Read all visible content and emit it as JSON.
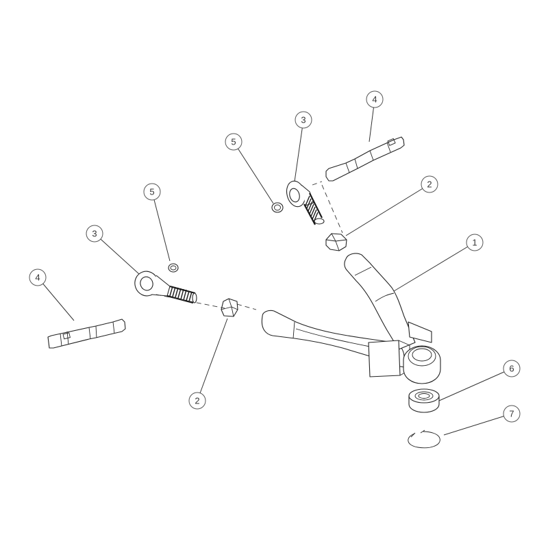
{
  "callouts": [
    {
      "id": "c1",
      "label": "1"
    },
    {
      "id": "c2a",
      "label": "2"
    },
    {
      "id": "c2b",
      "label": "2"
    },
    {
      "id": "c3a",
      "label": "3"
    },
    {
      "id": "c3b",
      "label": "3"
    },
    {
      "id": "c4a",
      "label": "4"
    },
    {
      "id": "c4b",
      "label": "4"
    },
    {
      "id": "c5a",
      "label": "5"
    },
    {
      "id": "c5b",
      "label": "5"
    },
    {
      "id": "c6",
      "label": "6"
    },
    {
      "id": "c7",
      "label": "7"
    }
  ]
}
